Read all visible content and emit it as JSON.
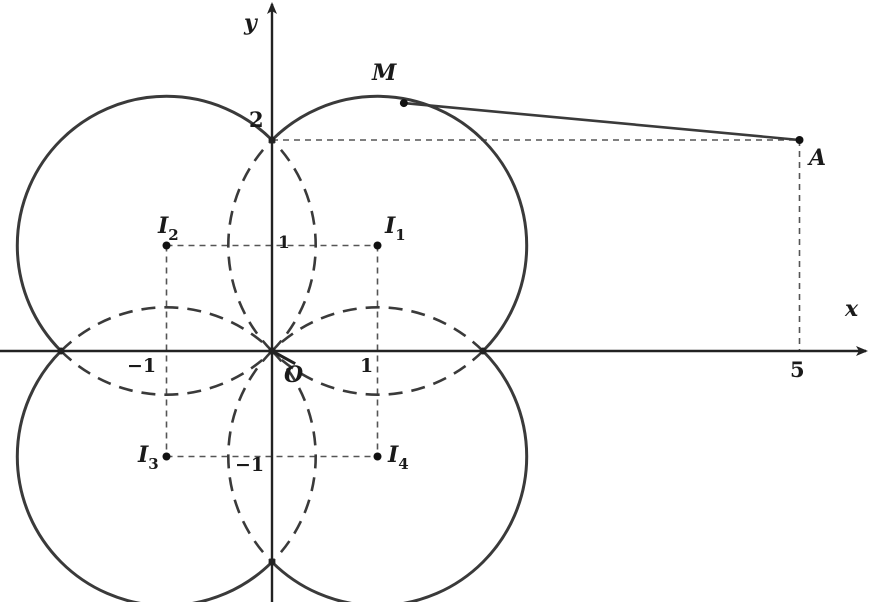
{
  "axes": {
    "x_label": "x",
    "y_label": "y",
    "x_ticks": [
      {
        "value": -1,
        "text": "−1"
      },
      {
        "value": 1,
        "text": "1"
      },
      {
        "value": 5,
        "text": "5"
      }
    ],
    "y_ticks": [
      {
        "value": 2,
        "text": "2"
      },
      {
        "value": 1,
        "text": "1"
      },
      {
        "value": -1,
        "text": "−1"
      }
    ]
  },
  "origin_label": "O",
  "points": {
    "M": {
      "name": "M",
      "x": 1.25,
      "y": 2.35
    },
    "A": {
      "name": "A",
      "x": 5,
      "y": 2
    }
  },
  "centers": [
    {
      "name": "I",
      "sub": "1",
      "x": 1,
      "y": 1
    },
    {
      "name": "I",
      "sub": "2",
      "x": -1,
      "y": 1
    },
    {
      "name": "I",
      "sub": "3",
      "x": -1,
      "y": -1
    },
    {
      "name": "I",
      "sub": "4",
      "x": 1,
      "y": -1
    }
  ],
  "radius_sq": 2,
  "colors": {
    "stroke": "#3a3a3a",
    "axis": "#222222"
  }
}
